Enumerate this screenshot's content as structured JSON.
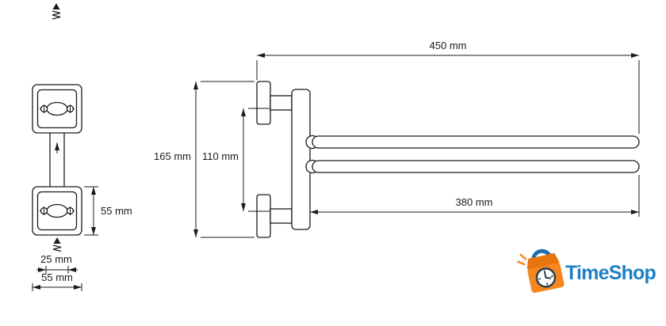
{
  "drawing": {
    "dim_overall_arm": "450 mm",
    "dim_rail": "380 mm",
    "dim_height": "165 mm",
    "dim_spacing": "110 mm",
    "dim_plate_height": "55 mm",
    "dim_plug": "25 mm",
    "dim_plate_width": "55 mm"
  },
  "logo": {
    "text": "TimeShop",
    "text_color": "#1d7fc6",
    "bag_color": "#f6861f",
    "flap_color": "#e87410",
    "handle_color": "#1b6fb1",
    "clock_color": "#2b3f4e"
  },
  "canvas": {
    "background": "#ffffff",
    "line_color": "#1a1a1a"
  }
}
